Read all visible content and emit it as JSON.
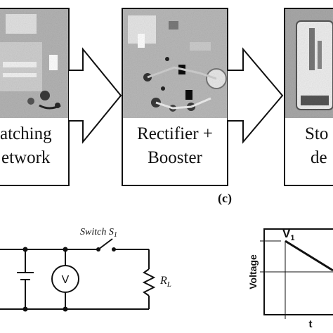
{
  "blocks": [
    {
      "line1": "atching",
      "line2": "etwork"
    },
    {
      "line1": "Rectifier +",
      "line2": "Booster"
    },
    {
      "line1": "Sto",
      "line2": "de"
    }
  ],
  "panel_label": "(c)",
  "circuit": {
    "switch_label": "Switch S",
    "switch_sub": "1",
    "voltmeter_label": "V",
    "load_label": "R",
    "load_sub": "L"
  },
  "plot": {
    "ylabel": "Voltage",
    "xlabel": "t",
    "v_label": "V",
    "v_sub": "1"
  },
  "colors": {
    "line": "#111111",
    "photo_bg": "#b9b9b9"
  }
}
